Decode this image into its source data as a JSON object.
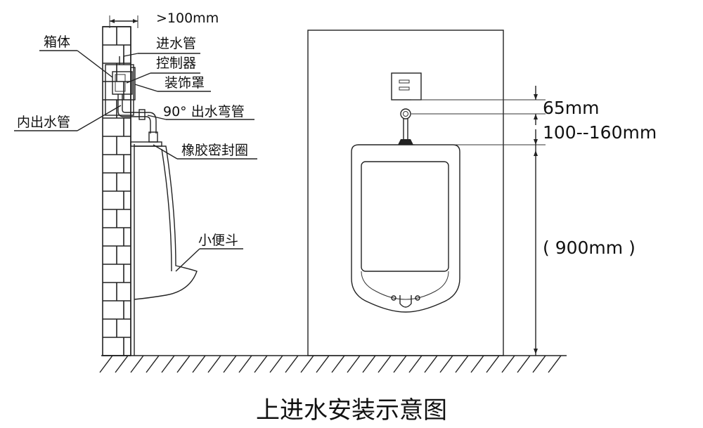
{
  "caption": "上进水安装示意图",
  "left_view": {
    "wall_dimension": ">100mm",
    "labels": {
      "box": "箱体",
      "inlet_pipe": "进水管",
      "controller": "控制器",
      "cover": "装饰罩",
      "inner_outlet_pipe": "内出水管",
      "elbow": "90° 出水弯管",
      "rubber_seal": "橡胶密封圈",
      "urinal": "小便斗"
    }
  },
  "right_view": {
    "dimensions": {
      "controller_to_outlet": "65mm",
      "outlet_to_urinal": "100--160mm",
      "urinal_height": "( 900mm )"
    }
  }
}
